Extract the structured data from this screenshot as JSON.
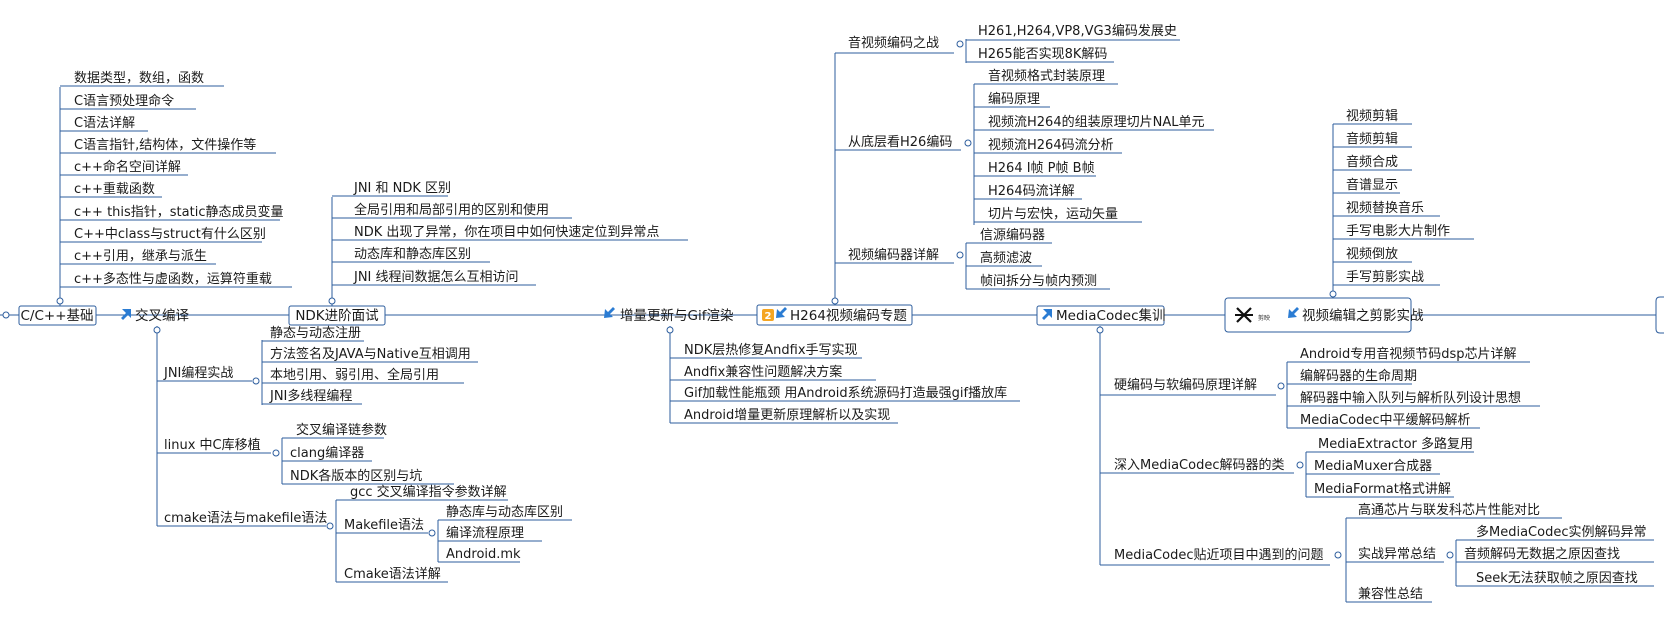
{
  "main_topics": [
    {
      "id": "cpp",
      "label": "C/C++基础"
    },
    {
      "id": "cross",
      "label": "交叉编译"
    },
    {
      "id": "ndk",
      "label": "NDK进阶面试"
    },
    {
      "id": "gif",
      "label": "增量更新与Gif渲染"
    },
    {
      "id": "h264",
      "label": "H264视频编码专题",
      "badge": "2"
    },
    {
      "id": "mediacodec",
      "label": "MediaCodec集训"
    },
    {
      "id": "edit",
      "label": "视频编辑之剪影实战",
      "logo_text": "剪映"
    }
  ],
  "cpp_items": [
    "数据类型，数组，函数",
    "C语言预处理命令",
    "C语法详解",
    "C语言指针,结构体，文件操作等",
    "c++命名空间详解",
    "c++重载函数",
    "c++ this指针，static静态成员变量",
    "C++中class与struct有什么区别",
    "c++引用，继承与派生",
    "c++多态性与虚函数，运算符重载"
  ],
  "ndk_items": [
    "JNI 和 NDK 区别",
    "全局引用和局部引用的区别和使用",
    "NDK 出现了异常，你在项目中如何快速定位到异常点",
    "动态库和静态库区别",
    "JNI 线程间数据怎么互相访问"
  ],
  "cross": {
    "jni": {
      "label": "JNI编程实战",
      "items": [
        "静态与动态注册",
        "方法签名及JAVA与Native互相调用",
        "本地引用、弱引用、全局引用",
        "JNI多线程编程"
      ]
    },
    "linux": {
      "label": "linux 中C库移植",
      "items": [
        "交叉编译链参数",
        "clang编译器",
        "NDK各版本的区别与坑"
      ]
    },
    "cmake": {
      "label": "cmake语法与makefile语法",
      "gcc": "gcc 交叉编译指令参数详解",
      "makefile": "Makefile语法",
      "makefile_items": [
        "静态库与动态库区别",
        "编译流程原理",
        "Android.mk"
      ],
      "cmake_detail": "Cmake语法详解"
    }
  },
  "gif_items": [
    "NDK层热修复Andfix手写实现",
    "Andfix兼容性问题解决方案",
    "Gif加载性能瓶颈  用Android系统源码打造最强gif播放库",
    "Android增量更新原理解析以及实现"
  ],
  "h264": {
    "war": {
      "label": "音视频编码之战",
      "items": [
        "H261,H264,VP8,VG3编码发展史",
        "H265能否实现8K解码"
      ]
    },
    "bottom": {
      "label": "从底层看H26编码",
      "items": [
        "音视频格式封装原理",
        "编码原理",
        "视频流H264的组装原理切片NAL单元",
        "视频流H264码流分析",
        "H264 I帧 P帧 B帧",
        "H264码流详解",
        "切片与宏快，运动矢量"
      ]
    },
    "encoder": {
      "label": "视频编码器详解",
      "items": [
        "信源编码器",
        "高频滤波",
        "帧间拆分与帧内预测"
      ]
    }
  },
  "mediacodec": {
    "hard": {
      "label": "硬编码与软编码原理详解",
      "items": [
        "Android专用音视频节码dsp芯片详解",
        "编解码器的生命周期",
        "解码器中输入队列与解析队列设计思想",
        "MediaCodec中平缓解码解析"
      ]
    },
    "deep": {
      "label": "深入MediaCodec解码器的类",
      "items": [
        "MediaExtractor 多路复用",
        "MediaMuxer合成器",
        "MediaFormat格式讲解"
      ]
    },
    "problems": {
      "label": "MediaCodec贴近项目中遇到的问题",
      "chip": "高通芯片与联发科芯片性能对比",
      "practice": "实战异常总结",
      "practice_items": [
        "多MediaCodec实例解码异常",
        "音频解码无数据之原因查找",
        "Seek无法获取帧之原因查找"
      ],
      "compat": "兼容性总结"
    }
  },
  "edit_items": [
    "视频剪辑",
    "音频剪辑",
    "音频合成",
    "音谱显示",
    "视频替换音乐",
    "手写电影大片制作",
    "视频倒放",
    "手写剪影实战"
  ]
}
